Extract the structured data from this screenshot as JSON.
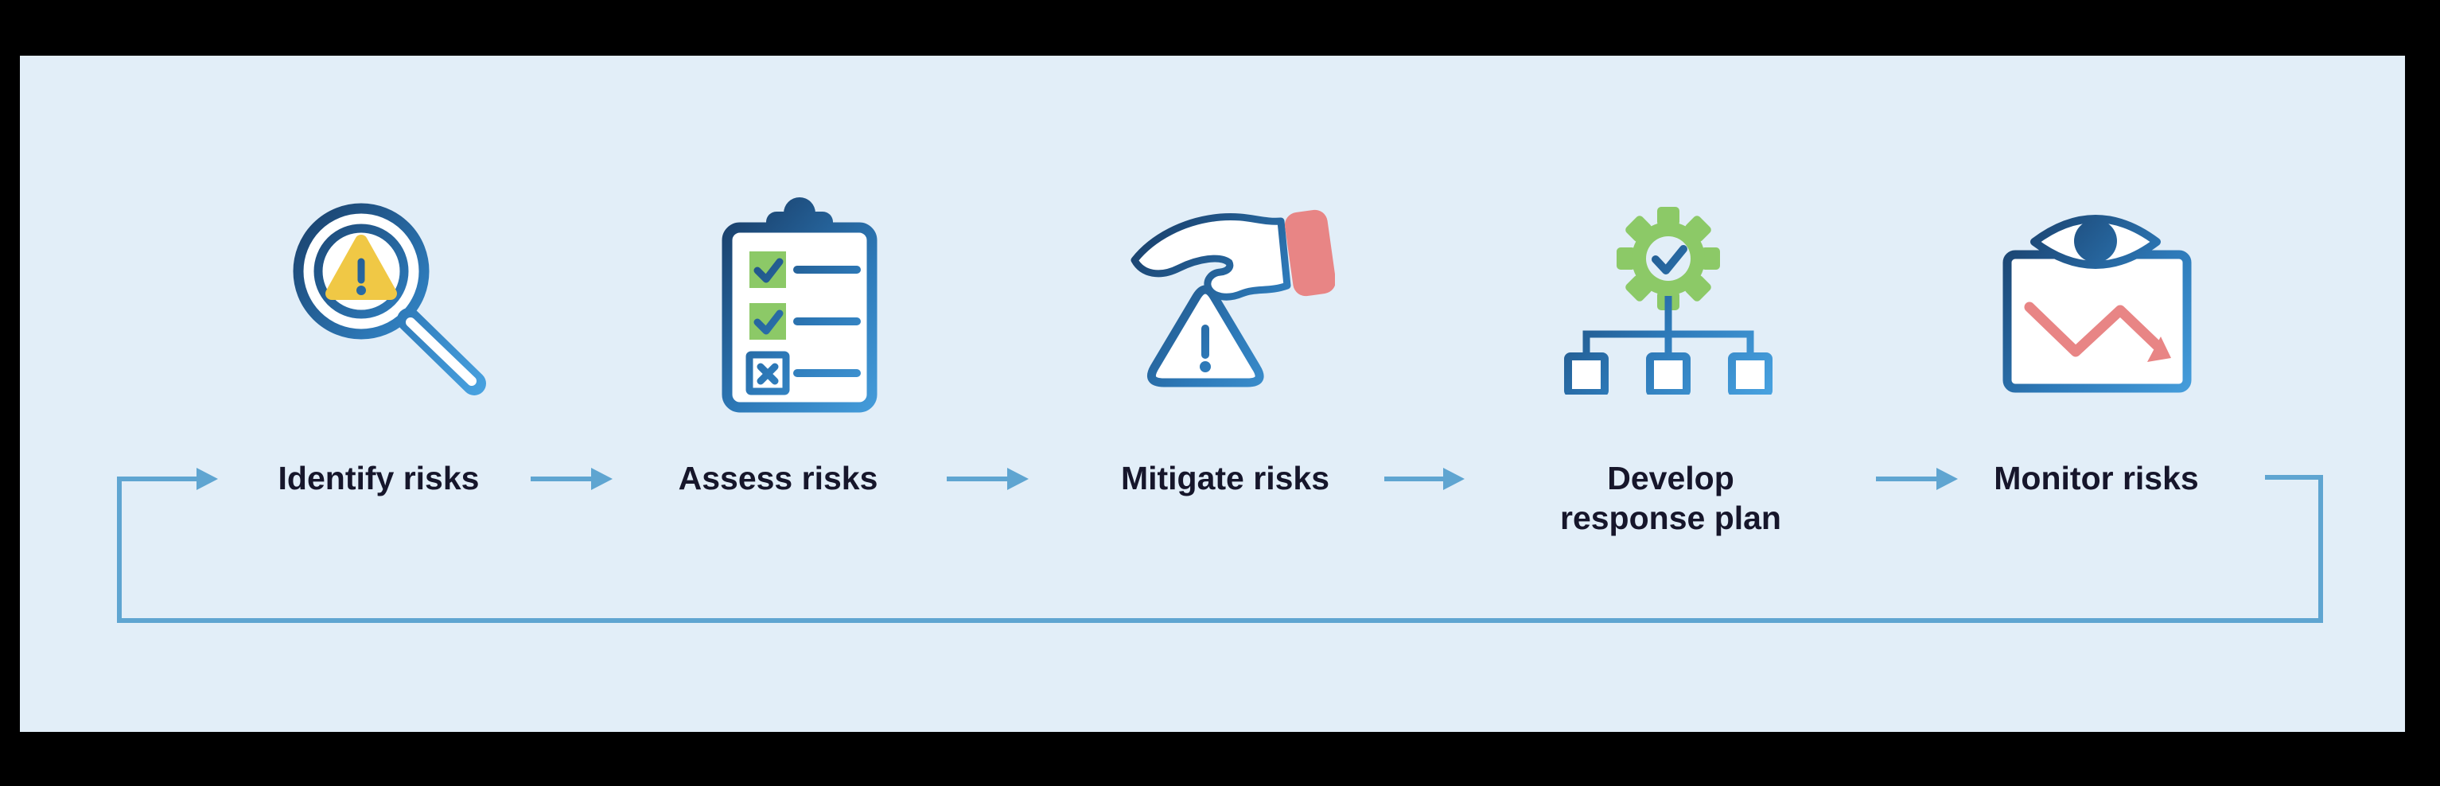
{
  "diagram": {
    "type": "process-cycle",
    "background_frame": "#000000",
    "panel_background": "#e2eef8"
  },
  "colors": {
    "arrow_blue": "#5fa5d1",
    "icon_gradient_dark": "#16365e",
    "icon_gradient_mid": "#2d79b8",
    "icon_gradient_light": "#4ba6e4",
    "accent_green": "#8cc967",
    "accent_yellow": "#f0c845",
    "accent_red": "#e88585",
    "label_text": "#16162b"
  },
  "steps": [
    {
      "label": "Identify risks",
      "icon": "magnifier-warning-icon"
    },
    {
      "label": "Assess risks",
      "icon": "checklist-clipboard-icon"
    },
    {
      "label": "Mitigate risks",
      "icon": "hand-over-warning-icon"
    },
    {
      "label": "Develop response plan",
      "icon": "gear-hierarchy-icon"
    },
    {
      "label": "Monitor risks",
      "icon": "eye-trend-chart-icon"
    }
  ],
  "flow": {
    "sequence": [
      "Identify risks",
      "Assess risks",
      "Mitigate risks",
      "Develop response plan",
      "Monitor risks"
    ],
    "loop_back": "Monitor risks to Identify risks"
  }
}
